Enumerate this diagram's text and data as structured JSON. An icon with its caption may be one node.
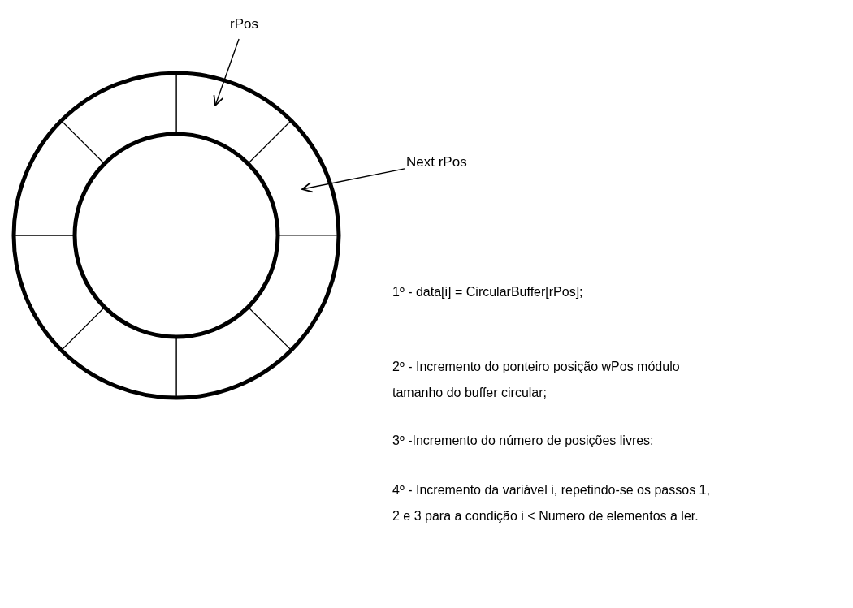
{
  "diagram": {
    "nodes": [
      {
        "text": [
          "rPos"
        ]
      },
      {
        "text": [
          "Next rPos"
        ]
      },
      {
        "text": [],
        "shape": "sector"
      },
      {
        "text": [],
        "shape": "sector"
      }
    ],
    "edges": [
      {
        "from": 0,
        "to": 2,
        "arrow": "to"
      },
      {
        "from": 1,
        "to": 3,
        "arrow": "to"
      }
    ],
    "labels": [
      "1º - data[i] = CircularBuffer[rPos];",
      "2º - Incremento do ponteiro posição wPos módulo tamanho do buffer circular;",
      "3º -Incremento do número de posições livres;",
      "4º - Incremento da variável i, repetindo-se os passos 1, 2 e 3 para a condição i < Numero de elementos a ler."
    ]
  }
}
